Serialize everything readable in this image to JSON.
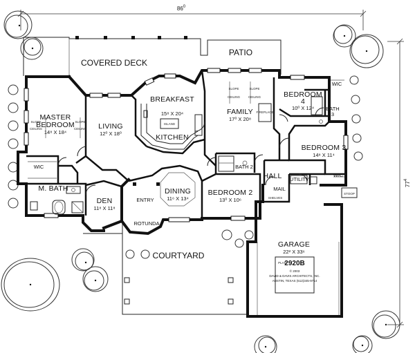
{
  "overall": {
    "width": "86",
    "width_sup": "0",
    "depth": "77",
    "depth_sup": "4"
  },
  "outdoor": {
    "covered_deck": "COVERED DECK",
    "patio": "PATIO",
    "courtyard": "COURTYARD",
    "stoop": "STOOP"
  },
  "rooms": [
    {
      "key": "master",
      "name": "MASTER",
      "name2": "BEDROOM",
      "dim": "14⁸ X 18⁴"
    },
    {
      "key": "living",
      "name": "LIVING",
      "dim": "12⁰ X 18⁰"
    },
    {
      "key": "breakfast",
      "name": "BREAKFAST"
    },
    {
      "key": "kitchen",
      "name": "KITCHEN",
      "dim": "15⁸ X 20⁴"
    },
    {
      "key": "family",
      "name": "FAMILY",
      "dim": "17⁰ X 20⁸"
    },
    {
      "key": "bed4",
      "name": "BEDROOM",
      "name2": "4",
      "dim": "10⁰ X 12⁴"
    },
    {
      "key": "bed3",
      "name": "BEDROOM 3",
      "dim": "14⁸ X 11⁴"
    },
    {
      "key": "bed2",
      "name": "BEDROOM 2",
      "dim": "13⁰ X 10⁶"
    },
    {
      "key": "dining",
      "name": "DINING",
      "dim": "11⁶ X 13⁴"
    },
    {
      "key": "den",
      "name": "DEN",
      "dim": "11⁸ X 11⁸"
    },
    {
      "key": "garage",
      "name": "GARAGE",
      "dim": "22² X 33⁶"
    }
  ],
  "labels": {
    "wic": "WIC",
    "mbath": "M. BATH",
    "entry": "ENTRY",
    "rotunda": "ROTUNDA",
    "bath2": "BATH 2",
    "bath3": "BATH",
    "bath3_num": "3",
    "hall": "HALL",
    "mail": "MAIL",
    "utility": "UTILITY",
    "island": "ISLAND",
    "fireplace": "FIREPLACE",
    "shelves": "SHELVES",
    "slope": "SLOPE",
    "ceiling": "CEILING"
  },
  "plan_box": {
    "plan_label": "PLAN",
    "plan_number": "2920B",
    "credit1": "© 2003",
    "credit2": "DAVID & DAVIS ARCHITECTS, INC.",
    "credit3": "AUSTIN, TEXAS   (512)345-9714"
  }
}
